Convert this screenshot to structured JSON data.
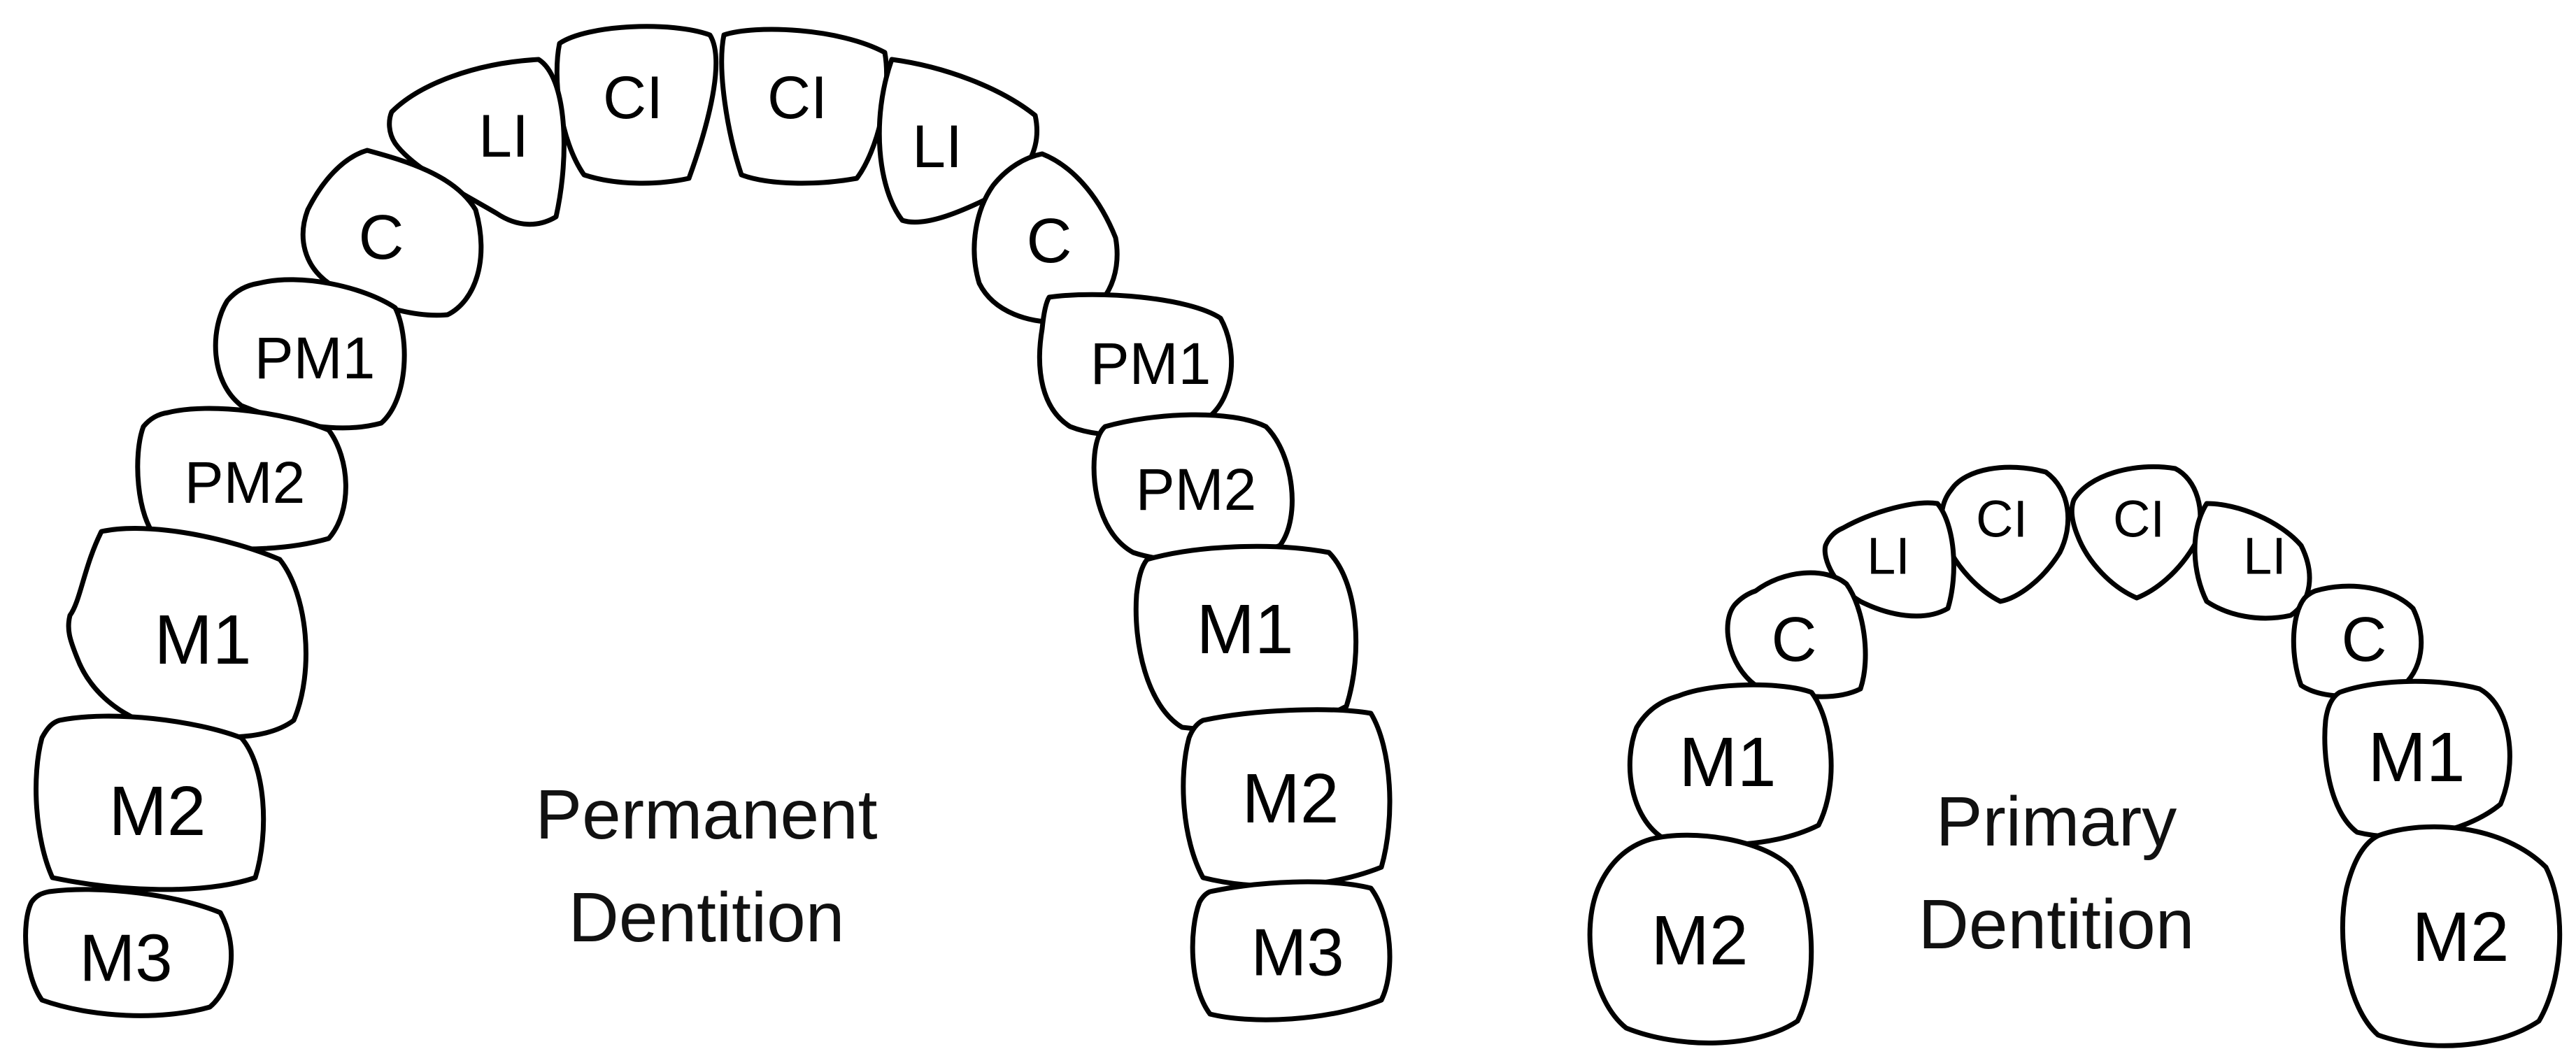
{
  "permanent": {
    "title_line1": "Permanent",
    "title_line2": "Dentition",
    "left": [
      "CI",
      "LI",
      "C",
      "PM1",
      "PM2",
      "M1",
      "M2",
      "M3"
    ],
    "right": [
      "CI",
      "LI",
      "C",
      "PM1",
      "PM2",
      "M1",
      "M2",
      "M3"
    ]
  },
  "primary": {
    "title_line1": "Primary",
    "title_line2": "Dentition",
    "left": [
      "CI",
      "LI",
      "C",
      "M1",
      "M2"
    ],
    "right": [
      "CI",
      "LI",
      "C",
      "M1",
      "M2"
    ]
  },
  "colors": {
    "outline": "#000000",
    "fill": "#ffffff",
    "text": "#000000"
  }
}
